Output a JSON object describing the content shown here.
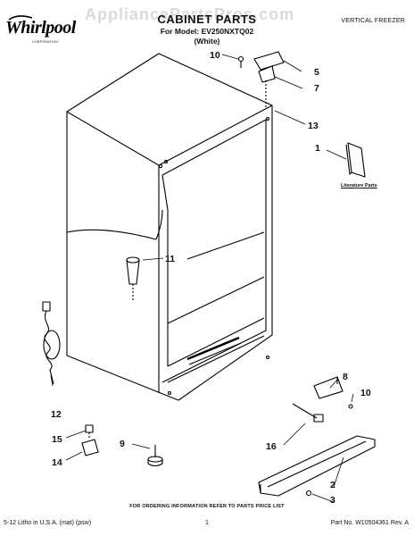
{
  "brand": {
    "name": "Whirlpool",
    "subtitle": "CORPORATION"
  },
  "watermark": "AppliancePartsPros.com",
  "header": {
    "title": "CABINET PARTS",
    "model_line": "For Model: EV250NXTQ02",
    "color_line": "(White)",
    "product_type": "VERTICAL FREEZER"
  },
  "literature_label": "Literature Parts",
  "callouts": {
    "c10a": "10",
    "c5": "5",
    "c7": "7",
    "c13": "13",
    "c1": "1",
    "c11": "11",
    "c12": "12",
    "c8": "8",
    "c10b": "10",
    "c15": "15",
    "c9": "9",
    "c16": "16",
    "c14": "14",
    "c2": "2",
    "c3": "3"
  },
  "footnote": "FOR ORDERING INFORMATION REFER TO PARTS PRICE LIST",
  "footer": {
    "left": "5-12 Litho in U.S.A. (mat) (psw)",
    "page": "1",
    "right": "Part No. W10504361 Rev. A"
  }
}
